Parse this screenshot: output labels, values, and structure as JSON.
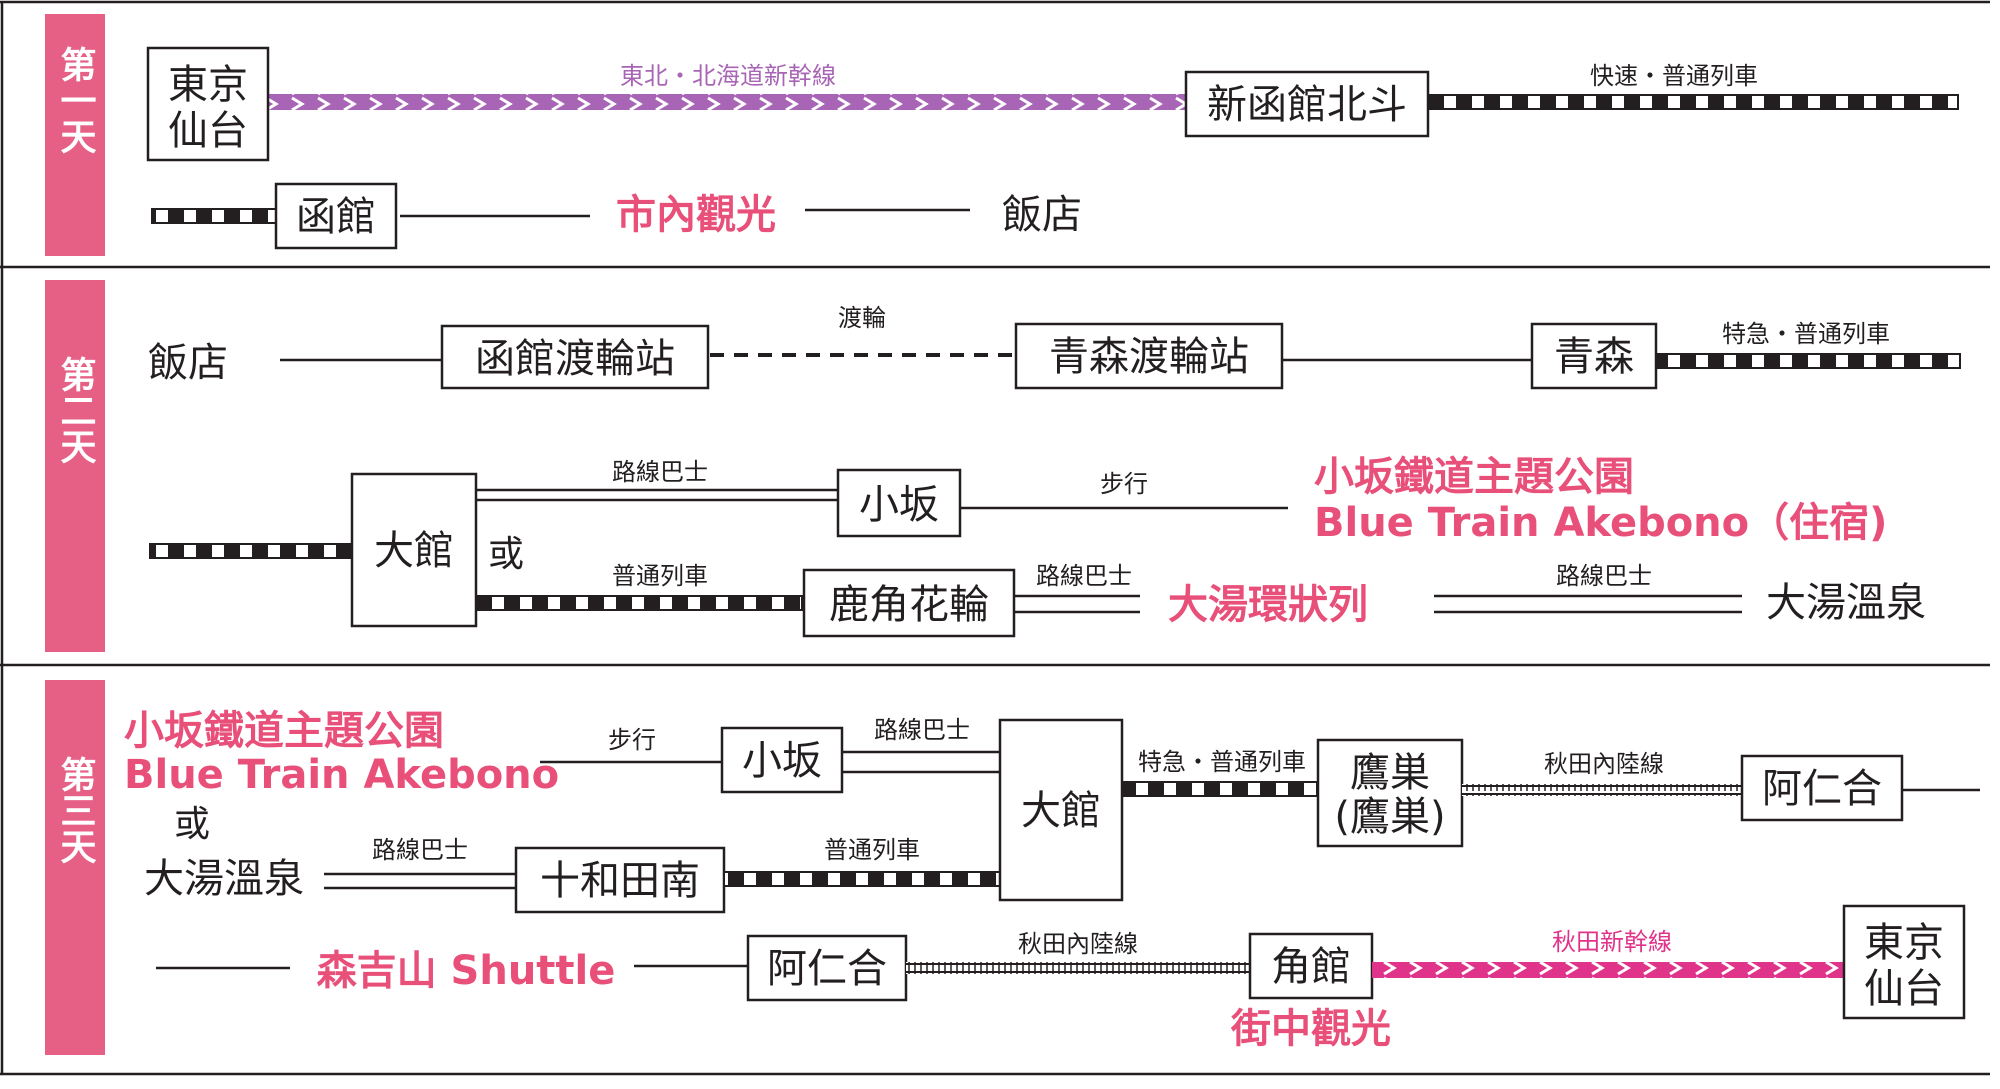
{
  "days": {
    "day1": "第一天",
    "day2": "第二天",
    "day3": "第三天"
  },
  "stations": {
    "tokyo_sendai": [
      "東京",
      "仙台"
    ],
    "shin_hakodate_hokuto": "新函館北斗",
    "hakodate": "函館",
    "hakodate_ferry": "函館渡輪站",
    "aomori_ferry": "青森渡輪站",
    "aomori": "青森",
    "odate": "大館",
    "kosaka": "小坂",
    "kazuno_hanawa": "鹿角花輪",
    "towada_minami": "十和田南",
    "takanosu": [
      "鷹巣",
      "(鷹巣)"
    ],
    "ani_ai": "阿仁合",
    "kakunodate": "角館"
  },
  "places": {
    "hotel": "飯店",
    "oyu_onsen": "大湯溫泉",
    "city_sightseeing": "市內觀光",
    "kosaka_park": "小坂鐵道主題公園",
    "blue_train_stay": "Blue Train Akebono（住宿)",
    "blue_train": "Blue Train Akebono",
    "oyu_loop": "大湯環狀列",
    "moriyoshi_shuttle": "森吉山 Shuttle",
    "town_sightseeing": "街中觀光",
    "or": "或"
  },
  "transport": {
    "tohoku_hokkaido_shinkansen": "東北・北海道新幹線",
    "rapid_local": "快速・普通列車",
    "ferry": "渡輪",
    "ltd_exp_local": "特急・普通列車",
    "route_bus": "路線巴士",
    "walk": "步行",
    "local_train": "普通列車",
    "akita_nairiku": "秋田內陸線",
    "akita_shinkansen": "秋田新幹線"
  },
  "colors": {
    "day_bar": "#e65f85",
    "highlight_text": "#e8507a",
    "hokkaido_shinkansen": "#a865b5",
    "akita_shinkansen": "#e0338a",
    "ink": "#231f20"
  }
}
